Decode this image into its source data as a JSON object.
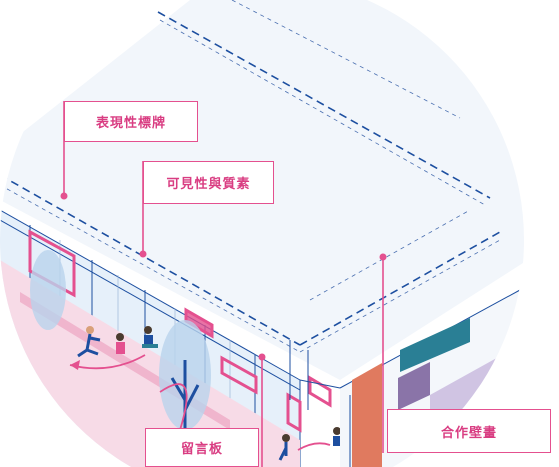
{
  "callouts": {
    "signage": "表現性標牌",
    "visibility": "可見性與質素",
    "message_board": "留言板",
    "mural": "合作壁畫"
  },
  "colors": {
    "accent": "#e4508f",
    "line": "#1d4fa0",
    "sky_tint": "#e6f0fa",
    "ground_tint": "#f4c6d9",
    "mural_orange": "#e07a5f",
    "teal": "#2a7f95",
    "purple": "#8a74a8"
  }
}
